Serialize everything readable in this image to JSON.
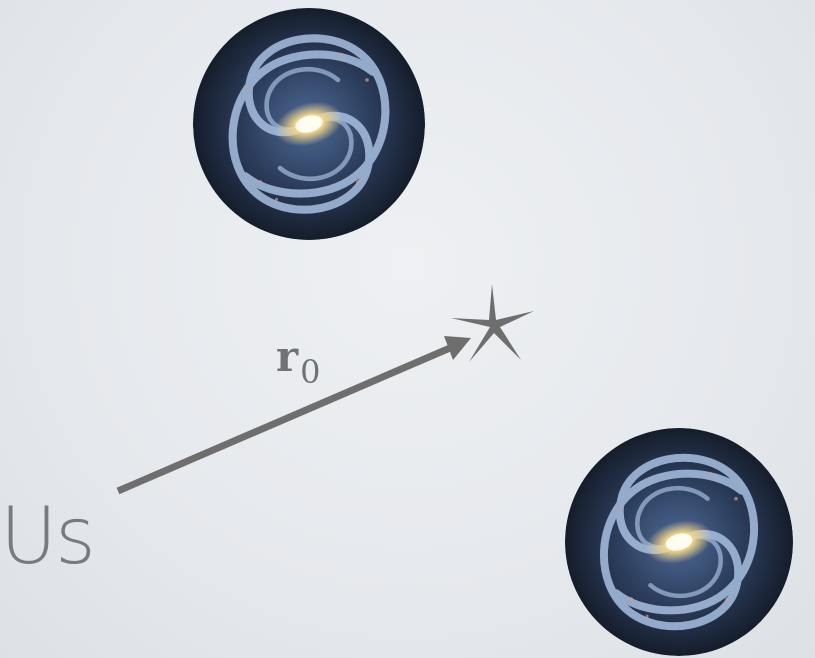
{
  "observer": {
    "label": "Us"
  },
  "vector": {
    "symbol": "r",
    "subscript": "0"
  },
  "colors": {
    "arrow": "#6e6e6e",
    "star": "#6e6e6e",
    "text": "#777b80",
    "background": "#e8ebee"
  },
  "icons": {
    "galaxies": [
      "spiral-galaxy-icon",
      "spiral-galaxy-icon"
    ],
    "target": "star-icon"
  }
}
